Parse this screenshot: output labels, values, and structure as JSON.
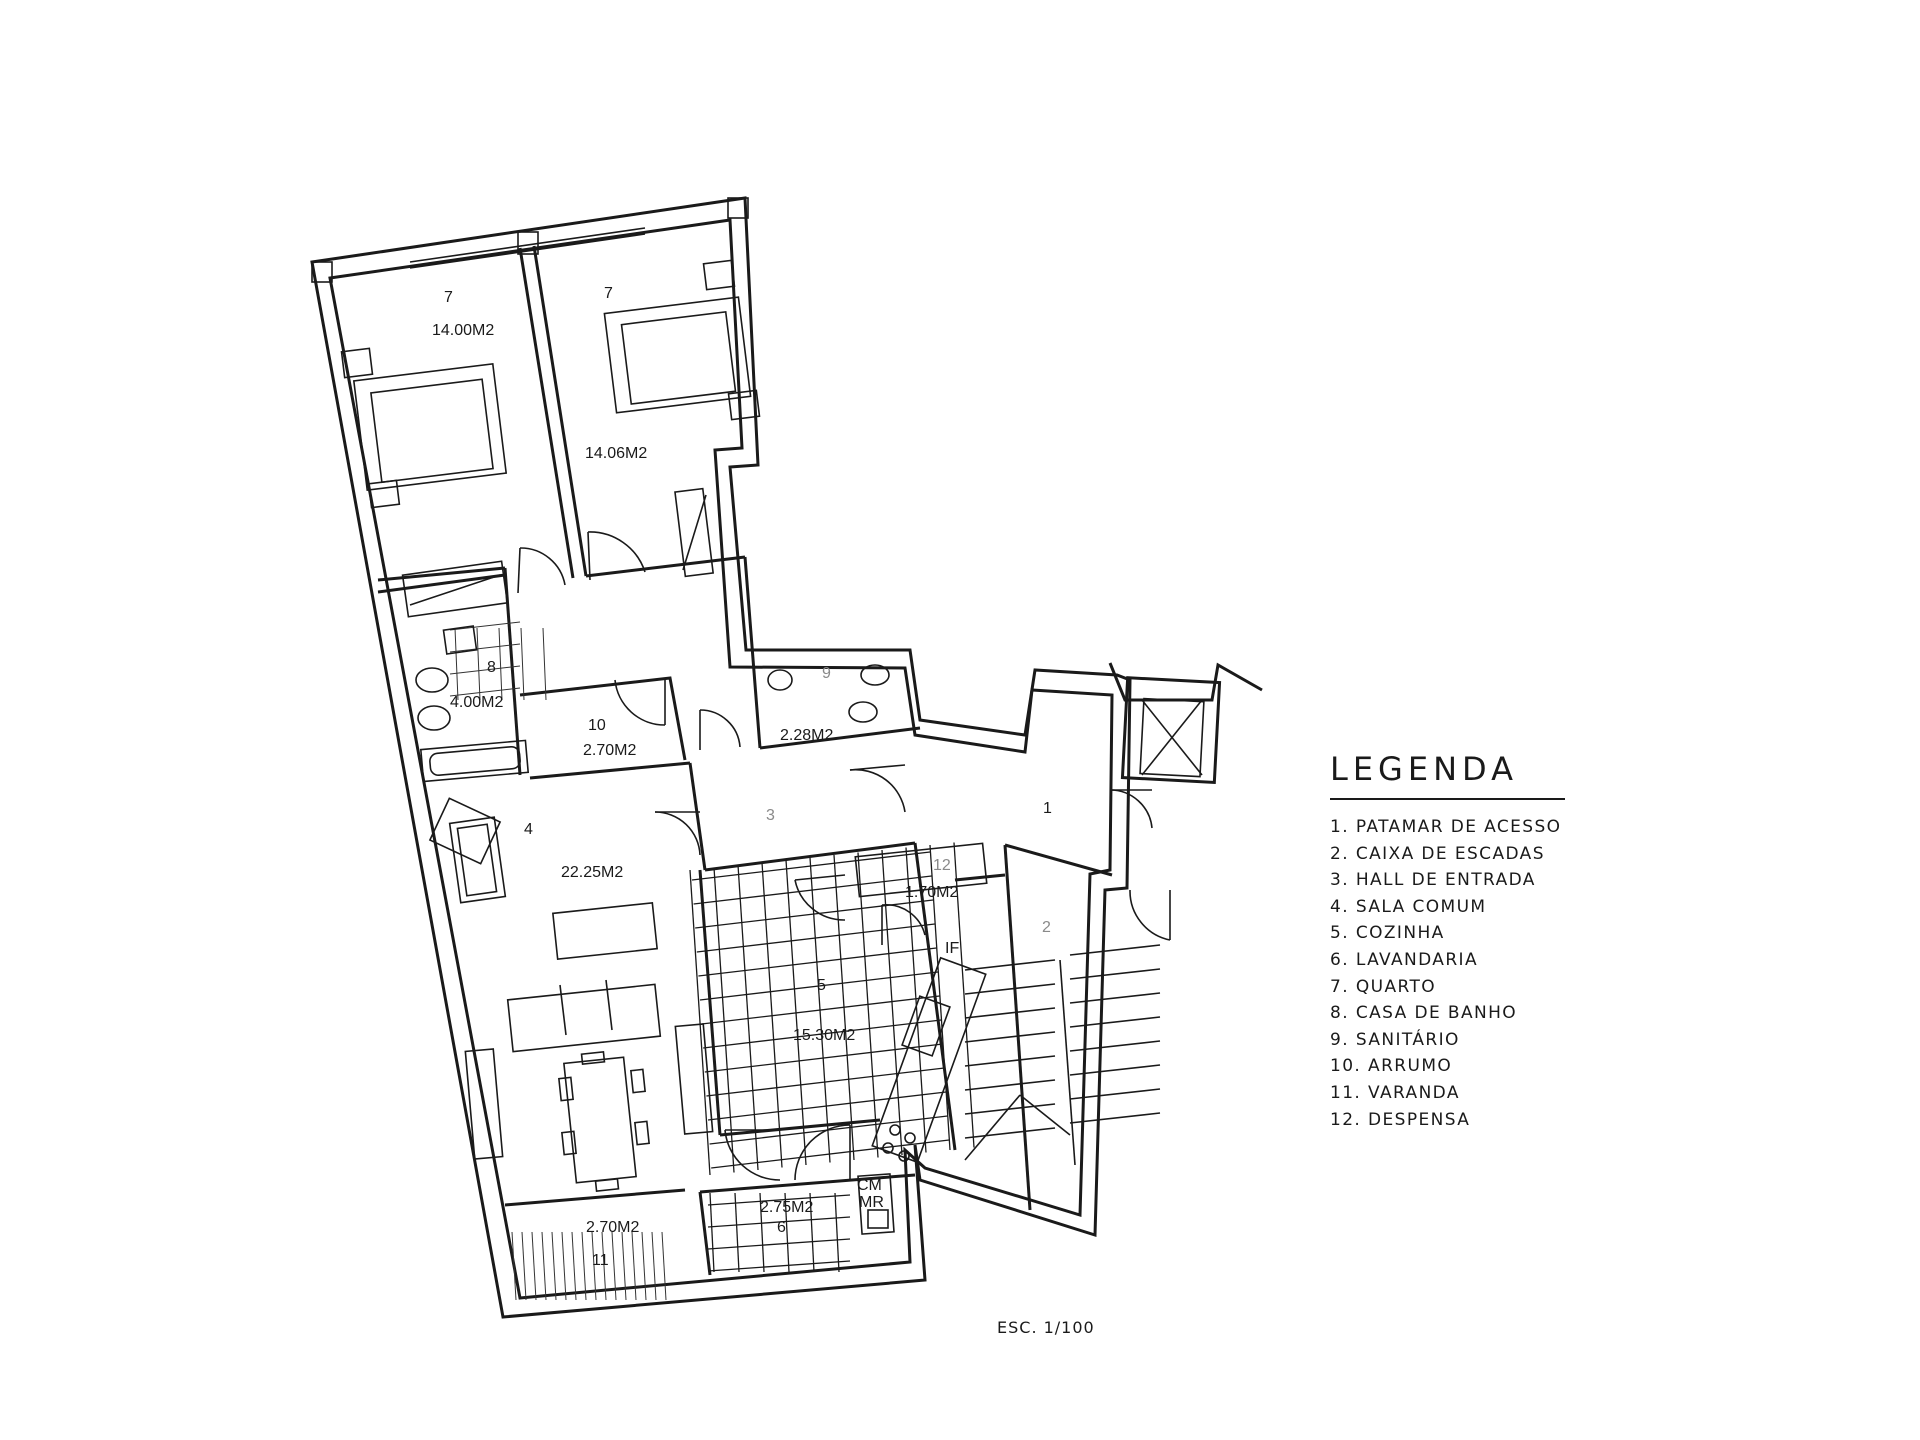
{
  "rooms": {
    "bedroom_a": {
      "number": "7",
      "area": "14.00M2"
    },
    "bedroom_b": {
      "number": "7",
      "area": "14.06M2"
    },
    "bathroom": {
      "number": "8",
      "area": "4.00M2"
    },
    "storage": {
      "number": "10",
      "area": "2.70M2"
    },
    "toilet": {
      "number": "9",
      "area": "2.28M2"
    },
    "hall": {
      "number": "3"
    },
    "landing": {
      "number": "1"
    },
    "living": {
      "number": "4",
      "area": "22.25M2"
    },
    "pantry": {
      "number": "12",
      "area": "1.70M2"
    },
    "stairs": {
      "number": "2"
    },
    "kitchen": {
      "number": "5",
      "area": "15.30M2"
    },
    "laundry": {
      "number": "6",
      "area": "2.75M2"
    },
    "balcony": {
      "number": "11",
      "area": "2.70M2"
    },
    "fridge_mark": "IF",
    "appliance_top": "CM",
    "appliance_bottom": "MR"
  },
  "legend": {
    "title": "LEGENDA",
    "items": [
      "1. PATAMAR DE ACESSO",
      "2. CAIXA DE ESCADAS",
      "3. HALL DE ENTRADA",
      "4. SALA COMUM",
      "5. COZINHA",
      "6. LAVANDARIA",
      "7. QUARTO",
      "8. CASA DE BANHO",
      "9. SANITÁRIO",
      "10. ARRUMO",
      "11. VARANDA",
      "12. DESPENSA"
    ]
  },
  "scale_label": "ESC. 1/100"
}
